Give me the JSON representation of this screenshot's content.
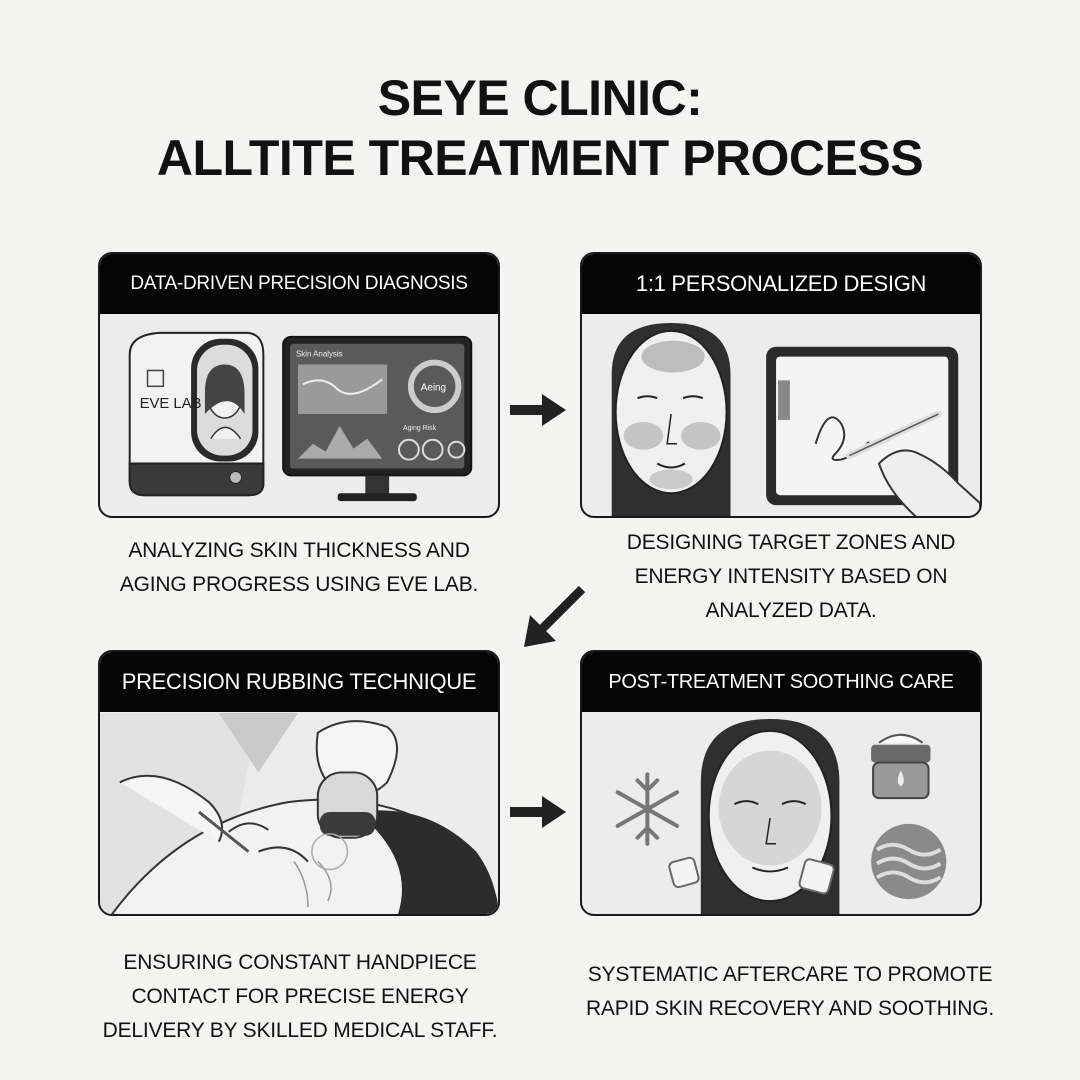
{
  "title": {
    "line1": "SEYE CLINIC:",
    "line2": "ALLTITE TREATMENT PROCESS"
  },
  "steps": [
    {
      "heading": "DATA-DRIVEN PRECISION DIAGNOSIS",
      "illustration": "skin-analyzer-and-monitor",
      "device_label": "EVE LAB",
      "monitor_header": "Skin Analysis",
      "monitor_gauge_label": "Aeing",
      "monitor_row_label": "Aging Risk",
      "caption": "ANALYZING SKIN THICKNESS AND AGING PROGRESS USING EVE LAB."
    },
    {
      "heading": "1:1 PERSONALIZED DESIGN",
      "illustration": "face-zones-and-tablet",
      "caption": "DESIGNING TARGET ZONES AND ENERGY INTENSITY BASED ON ANALYZED DATA."
    },
    {
      "heading": "PRECISION RUBBING TECHNIQUE",
      "illustration": "handpiece-on-face",
      "caption": "ENSURING CONSTANT HANDPIECE CONTACT FOR PRECISE ENERGY DELIVERY BY SKILLED MEDICAL STAFF."
    },
    {
      "heading": "POST-TREATMENT SOOTHING CARE",
      "illustration": "face-with-cooling-icons",
      "caption": "SYSTEMATIC AFTERCARE TO PROMOTE RAPID SKIN RECOVERY AND SOOTHING."
    }
  ],
  "arrows": [
    "arrow-right-icon",
    "arrow-down-left-icon",
    "arrow-right-icon"
  ],
  "colors": {
    "background": "#f4f4f2",
    "header": "#050505",
    "panel": "#ececec"
  }
}
